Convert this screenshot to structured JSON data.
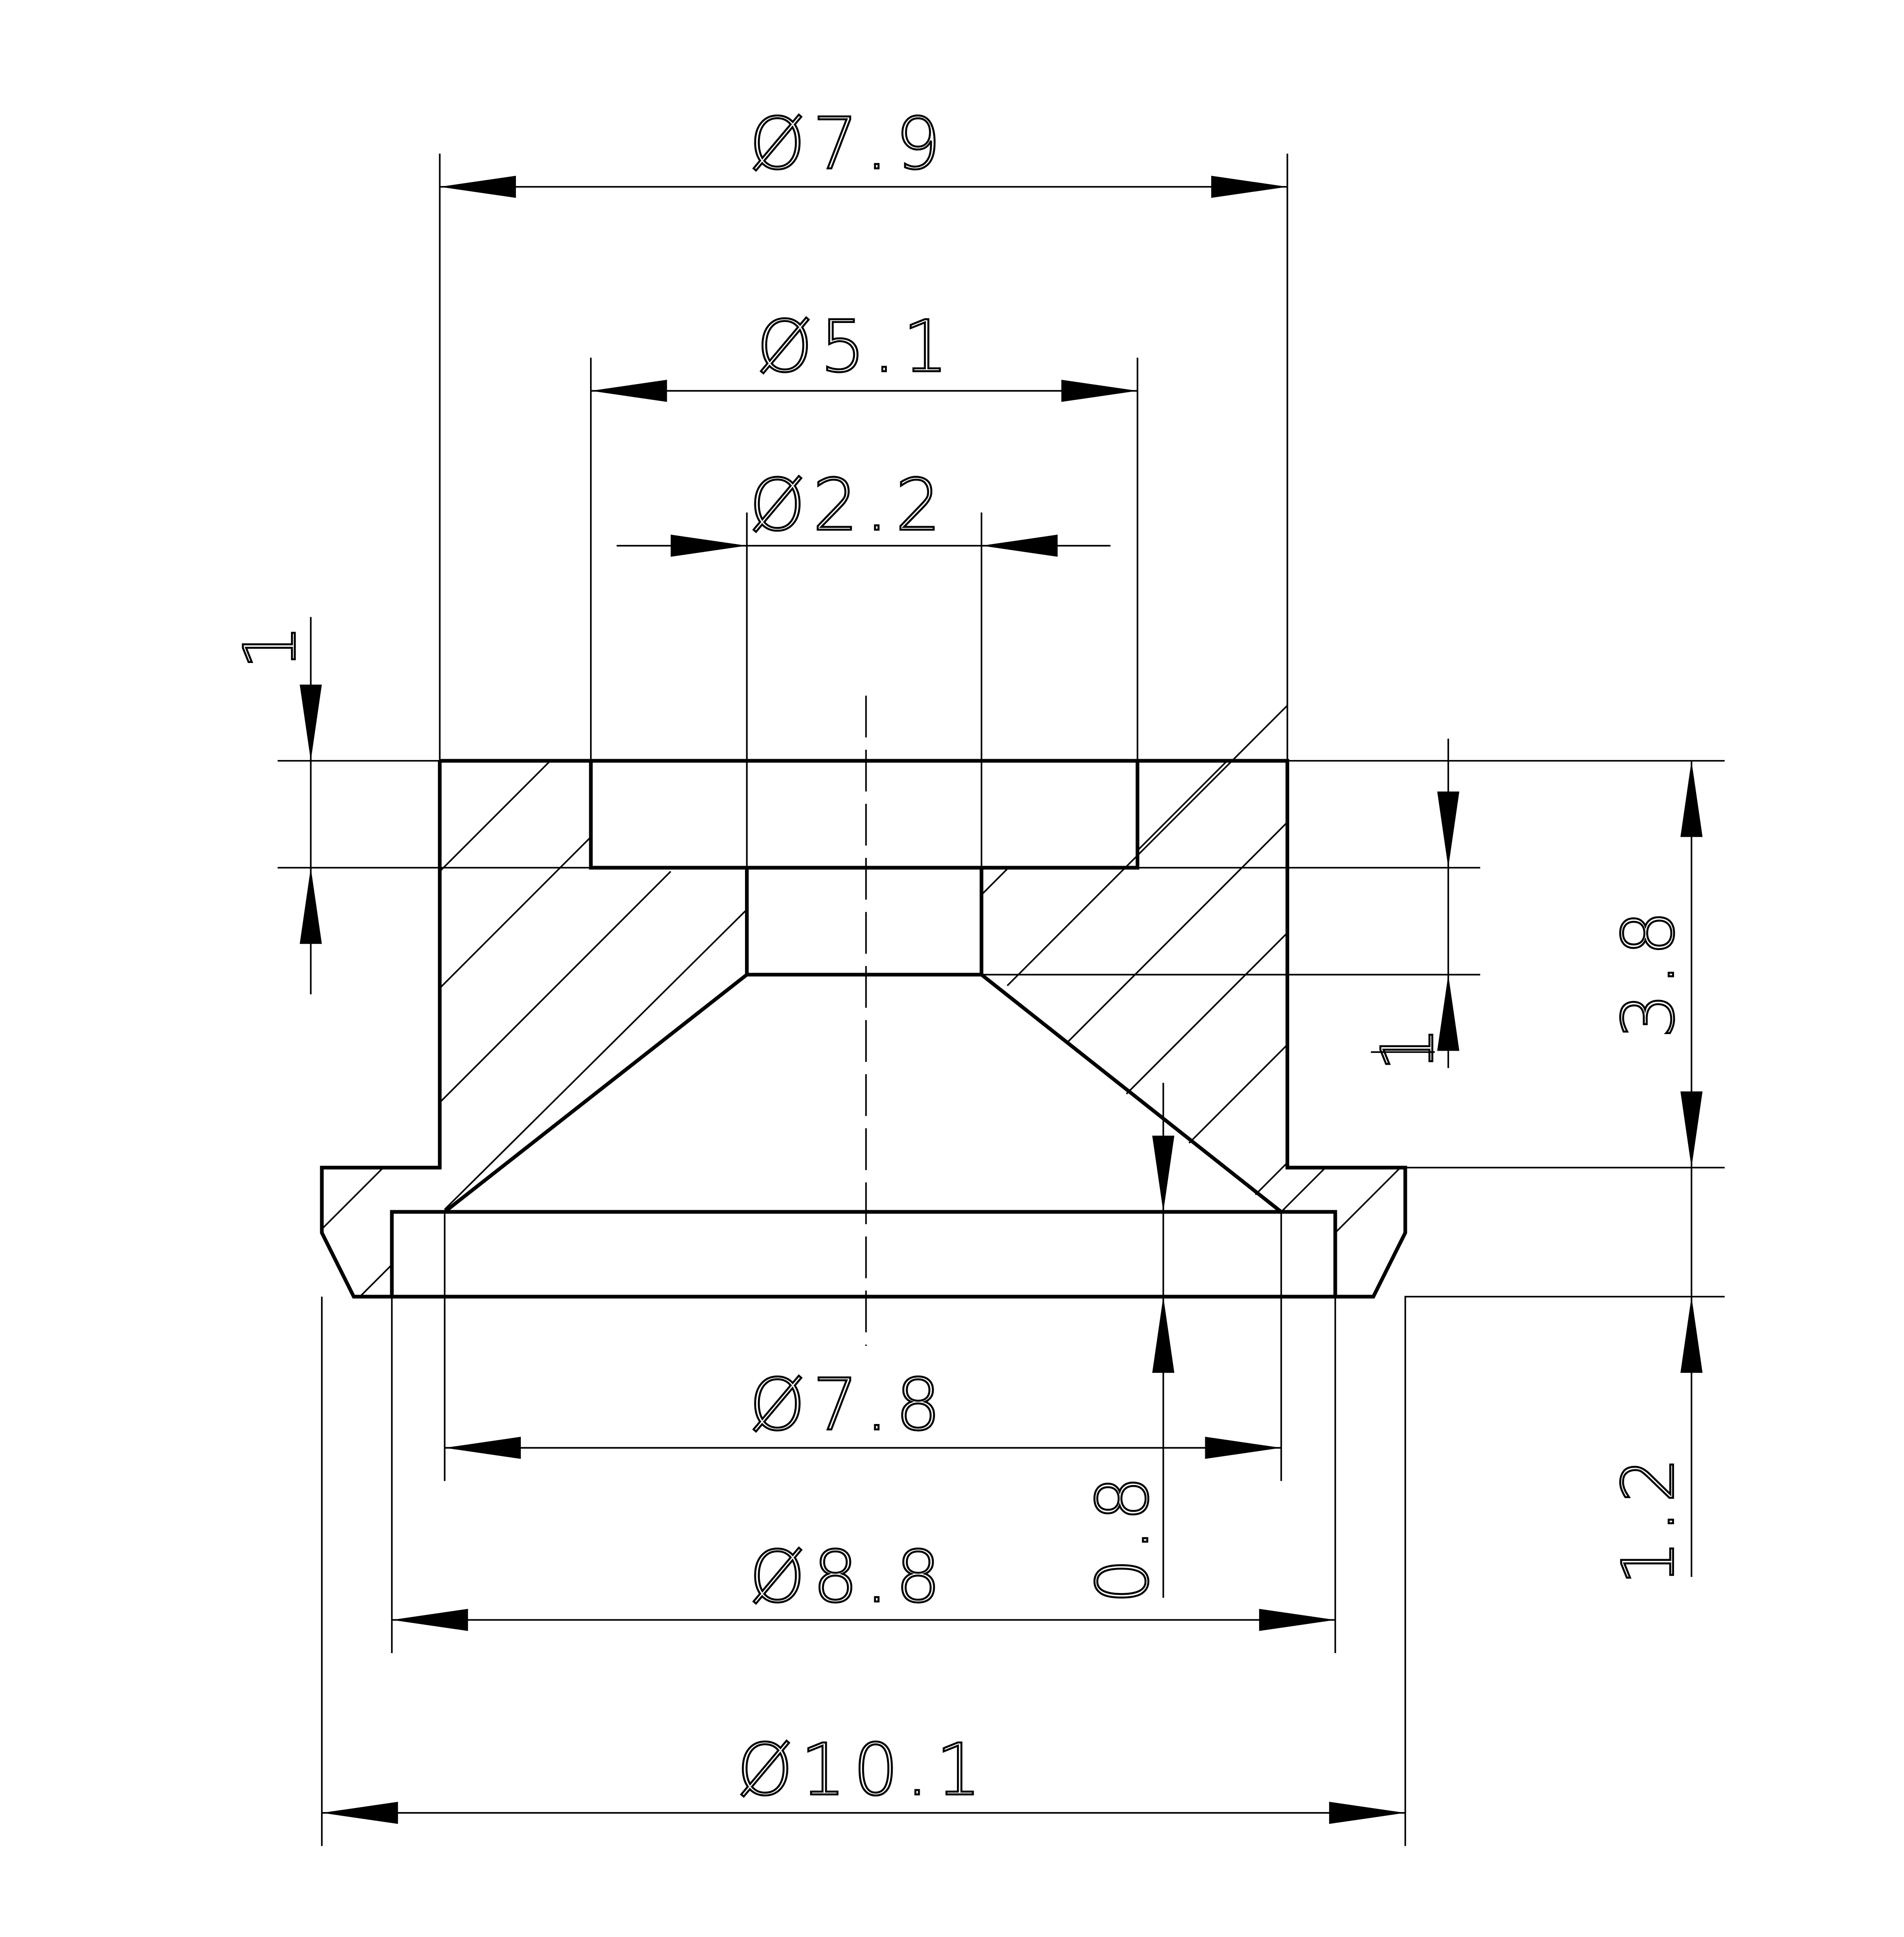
{
  "drawing": {
    "title": "Flanged bushing cross-section",
    "line_color": "#000000",
    "background": "#ffffff"
  },
  "dimensions": {
    "dia_7_9": {
      "label": "Ø7.9",
      "value": 7.9,
      "type": "diameter"
    },
    "dia_5_1": {
      "label": "Ø5.1",
      "value": 5.1,
      "type": "diameter"
    },
    "dia_2_2": {
      "label": "Ø2.2",
      "value": 2.2,
      "type": "diameter"
    },
    "dia_7_8": {
      "label": "Ø7.8",
      "value": 7.8,
      "type": "diameter"
    },
    "dia_8_8": {
      "label": "Ø8.8",
      "value": 8.8,
      "type": "diameter"
    },
    "dia_10_1": {
      "label": "Ø10.1",
      "value": 10.1,
      "type": "diameter"
    },
    "len_1_top": {
      "label": "1",
      "value": 1,
      "type": "linear"
    },
    "len_1_mid": {
      "label": "1",
      "value": 1,
      "type": "linear"
    },
    "len_3_8": {
      "label": "3.8",
      "value": 3.8,
      "type": "linear"
    },
    "len_1_2": {
      "label": "1.2",
      "value": 1.2,
      "type": "linear"
    },
    "len_0_8": {
      "label": "0.8",
      "value": 0.8,
      "type": "linear"
    }
  }
}
